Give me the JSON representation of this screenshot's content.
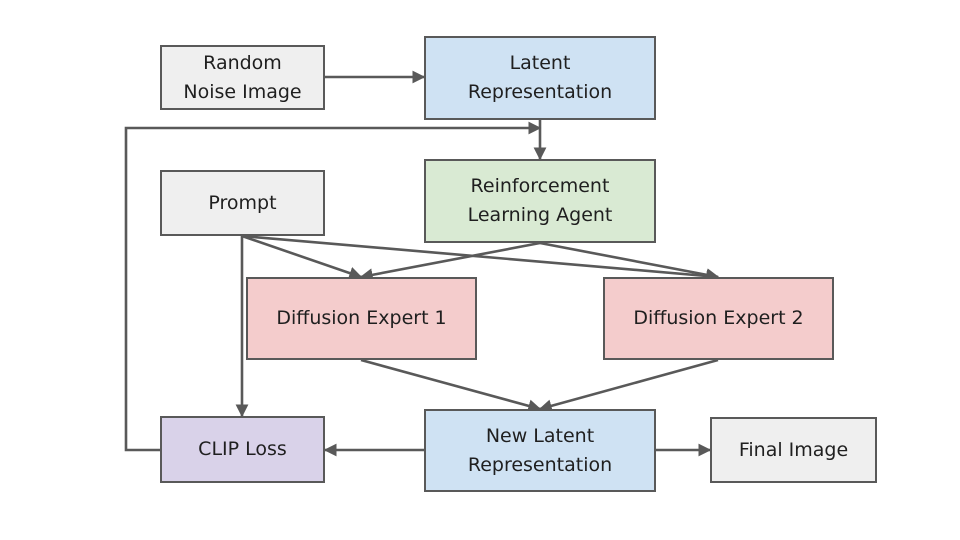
{
  "colors": {
    "gray": "#efefef",
    "blue": "#cfe2f3",
    "green": "#d9ead3",
    "red": "#f4cccc",
    "purple": "#d9d2e9",
    "line": "#595959"
  },
  "nodes": {
    "random_noise": {
      "text": "Random\nNoise Image",
      "color": "gray"
    },
    "latent": {
      "text": "Latent\nRepresentation",
      "color": "blue"
    },
    "prompt": {
      "text": "Prompt",
      "color": "gray"
    },
    "rl_agent": {
      "text": "Reinforcement\nLearning Agent",
      "color": "green"
    },
    "expert1": {
      "text": "Diffusion Expert 1",
      "color": "red"
    },
    "expert2": {
      "text": "Diffusion Expert 2",
      "color": "red"
    },
    "clip_loss": {
      "text": "CLIP Loss",
      "color": "purple"
    },
    "new_latent": {
      "text": "New Latent\nRepresentation",
      "color": "blue"
    },
    "final_image": {
      "text": "Final Image",
      "color": "gray"
    }
  },
  "edges": [
    {
      "from": "random_noise",
      "to": "latent"
    },
    {
      "from": "latent",
      "to": "rl_agent"
    },
    {
      "from": "prompt",
      "to": "expert1"
    },
    {
      "from": "prompt",
      "to": "expert2"
    },
    {
      "from": "prompt",
      "to": "clip_loss"
    },
    {
      "from": "rl_agent",
      "to": "expert1"
    },
    {
      "from": "rl_agent",
      "to": "expert2"
    },
    {
      "from": "expert1",
      "to": "new_latent"
    },
    {
      "from": "expert2",
      "to": "new_latent"
    },
    {
      "from": "new_latent",
      "to": "clip_loss"
    },
    {
      "from": "new_latent",
      "to": "final_image"
    },
    {
      "from": "clip_loss",
      "to": "latent"
    }
  ]
}
